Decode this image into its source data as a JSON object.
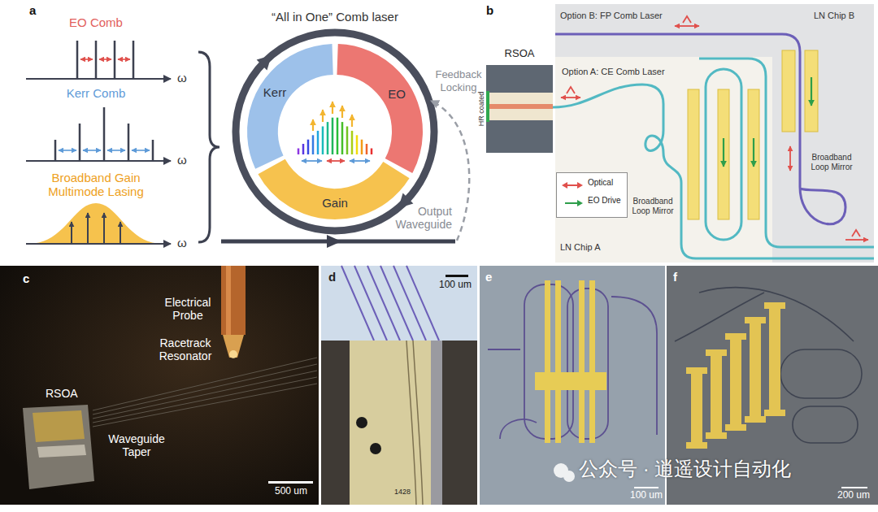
{
  "diagram": {
    "nodes": [
      {
        "text": [
          "Kerr"
        ]
      },
      {
        "text": [
          "EO"
        ]
      },
      {
        "text": [
          "Gain"
        ]
      },
      {
        "text": [
          "RSOA",
          "HR coated"
        ]
      },
      {
        "text": [
          "Option B: FP Comb Laser",
          "LN Chip B",
          "Broadband Loop Mirror"
        ]
      },
      {
        "text": [
          "Option A: CE Comb Laser",
          "Broadband Loop Mirror",
          "LN Chip A"
        ],
        "in": 4
      }
    ],
    "labels": [
      "a",
      "EO Comb",
      "ω",
      "Kerr Comb",
      "ω",
      "Broadband Gain Multimode Lasing",
      "ω",
      "“All in One” Comb laser",
      "Feedback Locking",
      "Output Waveguide",
      "b",
      "c",
      "Electrical Probe",
      "Racetrack Resonator",
      "RSOA",
      "Waveguide Taper",
      "500 um",
      "d",
      "100 um",
      "1428",
      "e",
      "100 um",
      "f",
      "200 um",
      "公众号 · 逍遥设计自动化"
    ],
    "legend": [
      {
        "text": "Optical"
      },
      {
        "text": "EO Drive"
      }
    ]
  }
}
